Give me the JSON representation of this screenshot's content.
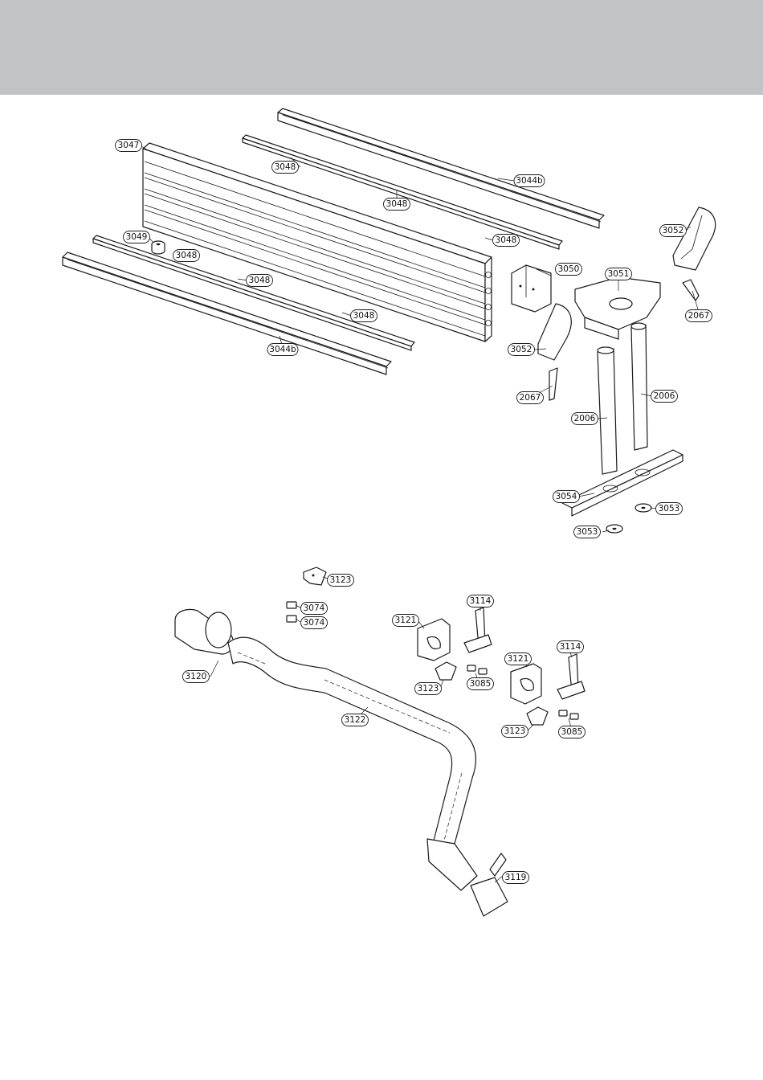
{
  "header": {
    "band_color": "#c2c3c4"
  },
  "callouts": [
    {
      "id": "c-3047",
      "text": "3047"
    },
    {
      "id": "c-3048-a",
      "text": "3048"
    },
    {
      "id": "c-3044b-a",
      "text": "3044b"
    },
    {
      "id": "c-3048-b",
      "text": "3048"
    },
    {
      "id": "c-3048-c",
      "text": "3048"
    },
    {
      "id": "c-3049",
      "text": "3049"
    },
    {
      "id": "c-3048-d",
      "text": "3048"
    },
    {
      "id": "c-3048-e",
      "text": "3048"
    },
    {
      "id": "c-3048-f",
      "text": "3048"
    },
    {
      "id": "c-3044b-b",
      "text": "3044b"
    },
    {
      "id": "c-3050",
      "text": "3050"
    },
    {
      "id": "c-3051",
      "text": "3051"
    },
    {
      "id": "c-3052-a",
      "text": "3052"
    },
    {
      "id": "c-2067-a",
      "text": "2067"
    },
    {
      "id": "c-3052-b",
      "text": "3052"
    },
    {
      "id": "c-2067-b",
      "text": "2067"
    },
    {
      "id": "c-2006-a",
      "text": "2006"
    },
    {
      "id": "c-2006-b",
      "text": "2006"
    },
    {
      "id": "c-3054",
      "text": "3054"
    },
    {
      "id": "c-3053-a",
      "text": "3053"
    },
    {
      "id": "c-3053-b",
      "text": "3053"
    },
    {
      "id": "c-3123-a",
      "text": "3123"
    },
    {
      "id": "c-3074-a",
      "text": "3074"
    },
    {
      "id": "c-3074-b",
      "text": "3074"
    },
    {
      "id": "c-3120",
      "text": "3120"
    },
    {
      "id": "c-3121-a",
      "text": "3121"
    },
    {
      "id": "c-3114-a",
      "text": "3114"
    },
    {
      "id": "c-3123-b",
      "text": "3123"
    },
    {
      "id": "c-3085-a",
      "text": "3085"
    },
    {
      "id": "c-3121-b",
      "text": "3121"
    },
    {
      "id": "c-3114-b",
      "text": "3114"
    },
    {
      "id": "c-3123-c",
      "text": "3123"
    },
    {
      "id": "c-3085-b",
      "text": "3085"
    },
    {
      "id": "c-3122",
      "text": "3122"
    },
    {
      "id": "c-3119",
      "text": "3119"
    }
  ]
}
